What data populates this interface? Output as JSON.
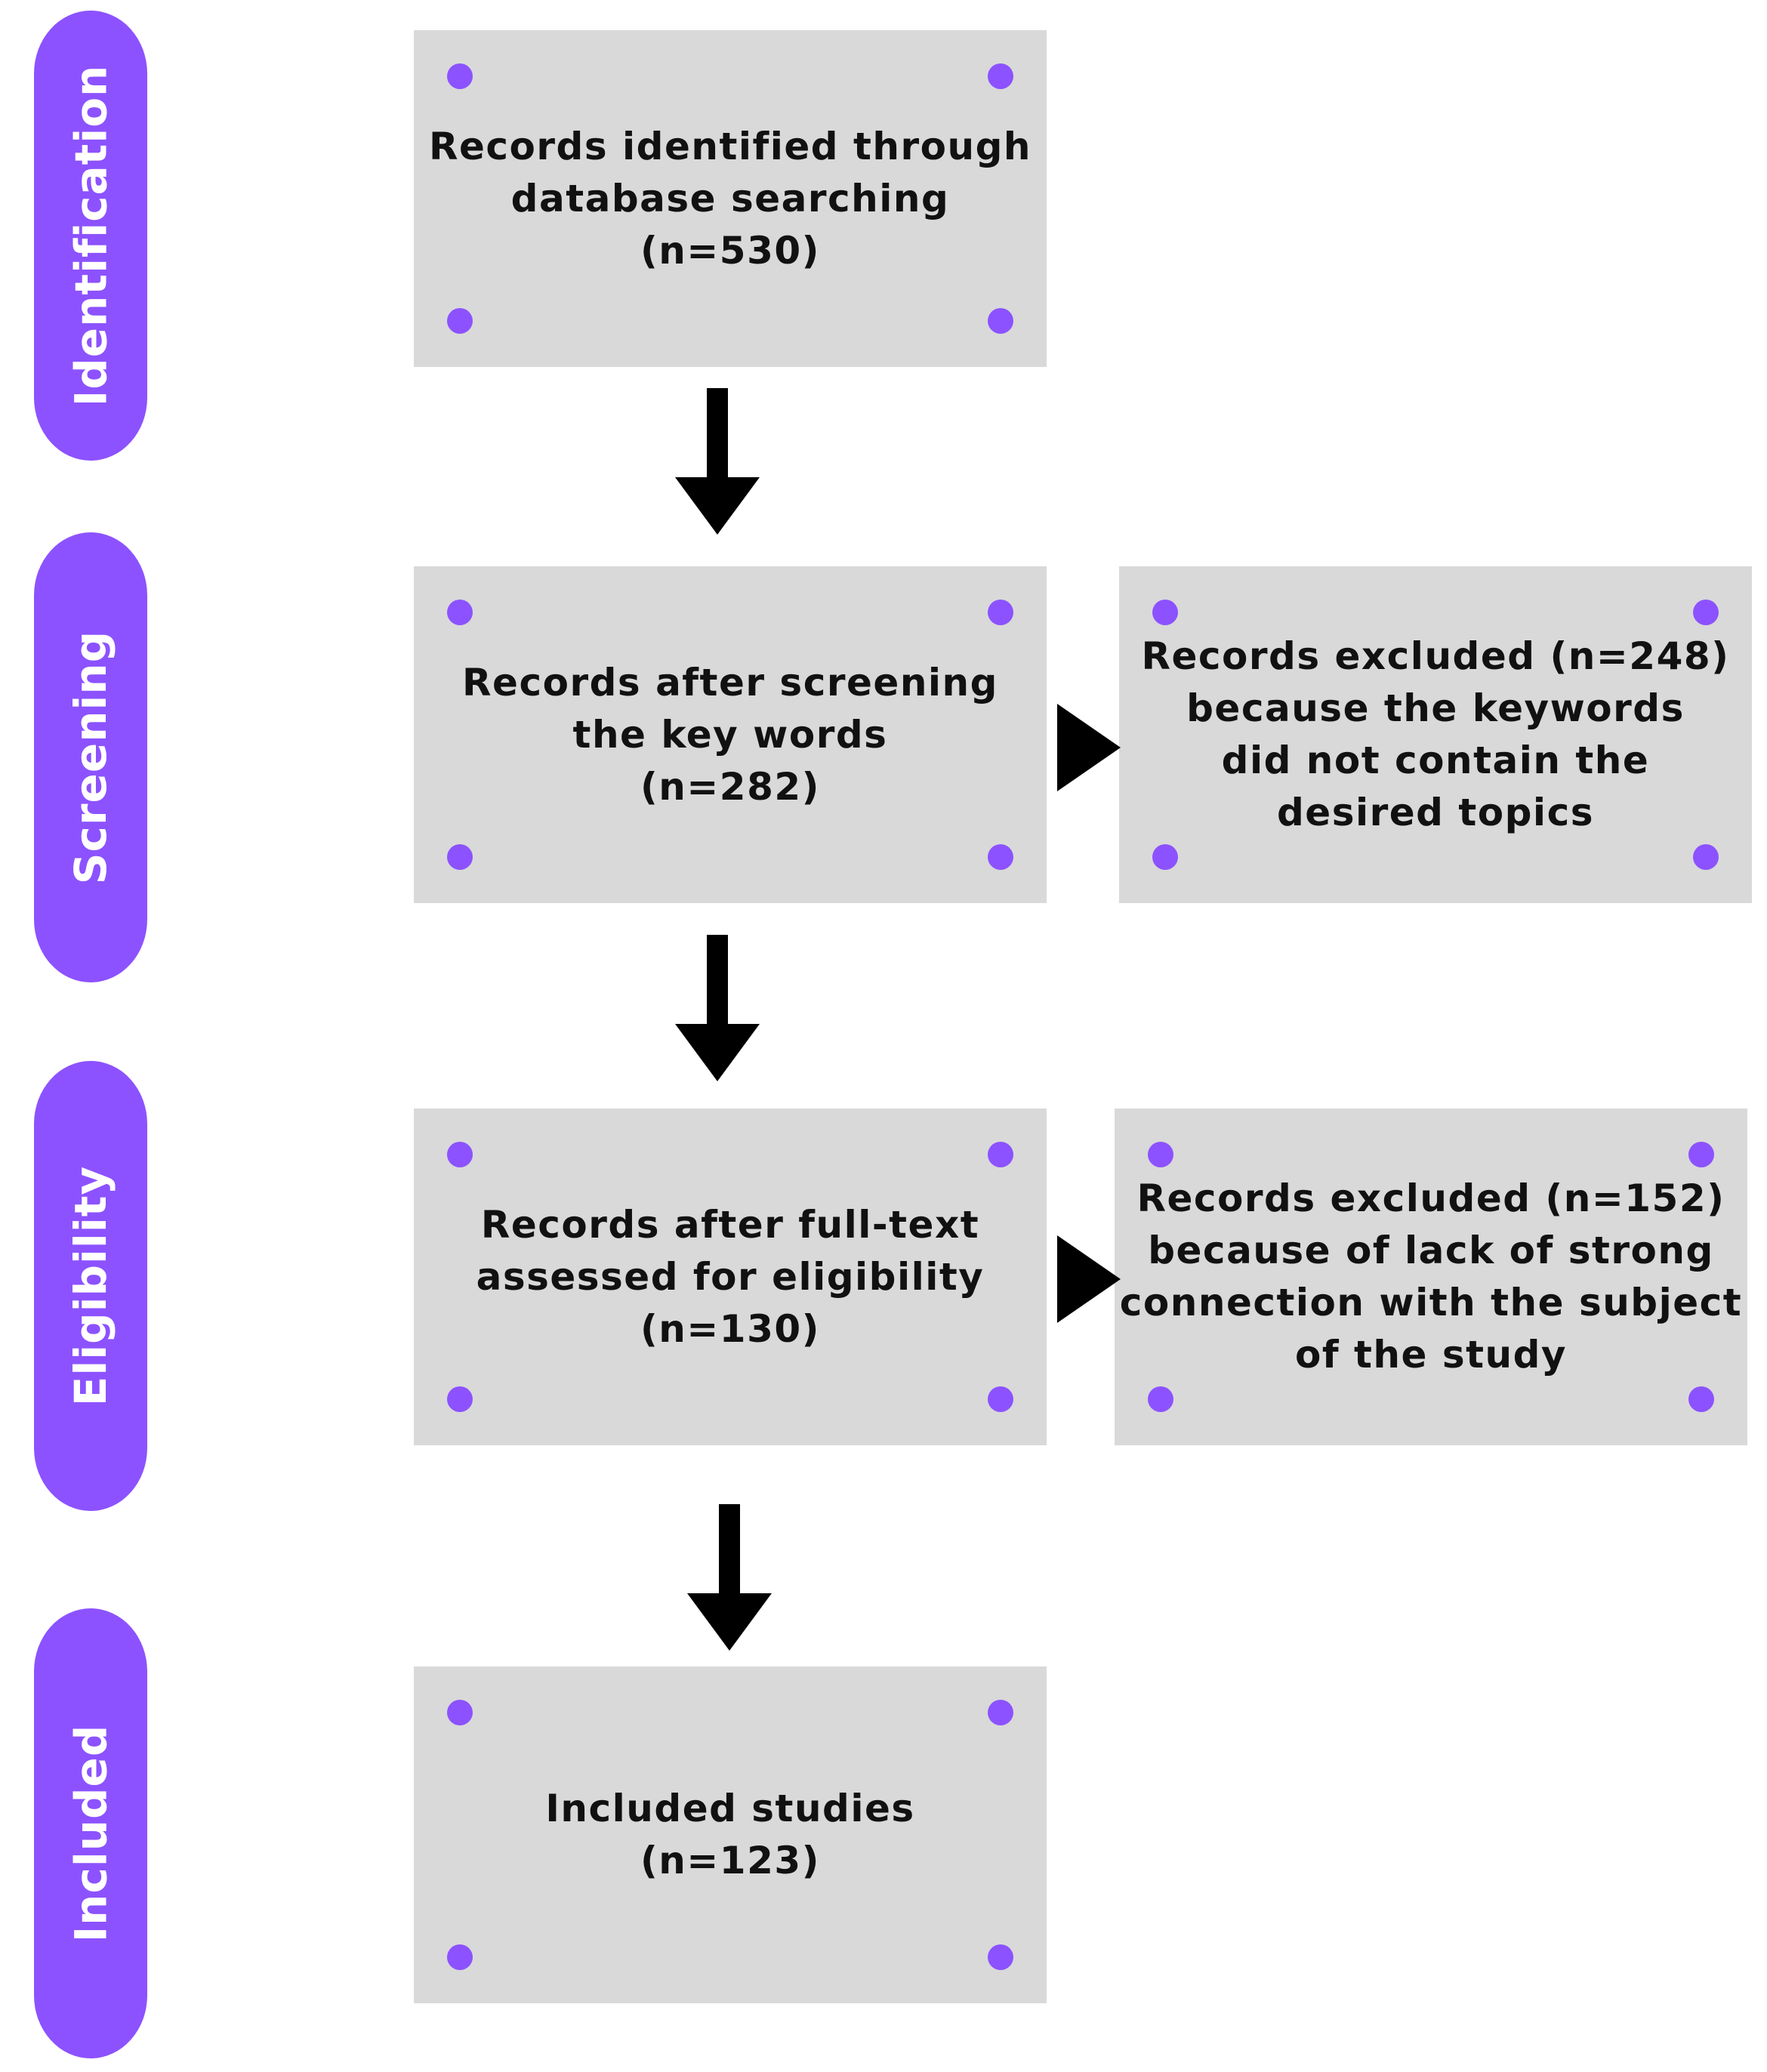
{
  "stages": [
    {
      "label": "Identification"
    },
    {
      "label": "Screening"
    },
    {
      "label": "Eligibility"
    },
    {
      "label": "Included"
    }
  ],
  "boxes": {
    "identified": {
      "text": "Records identified through\ndatabase searching\n(n=530)"
    },
    "screened": {
      "text": "Records after screening\nthe key words\n(n=282)"
    },
    "excluded_screening": {
      "text": "Records excluded (n=248)\nbecause the keywords\ndid not contain the\ndesired topics"
    },
    "eligible": {
      "text": "Records after full-text\nassessed for eligibility\n(n=130)"
    },
    "excluded_eligibility": {
      "text": "Records excluded (n=152)\nbecause of lack of strong\nconnection with the subject\nof the study"
    },
    "included": {
      "text": "Included studies\n(n=123)"
    }
  },
  "colors": {
    "accent": "#8c52ff",
    "box": "#d9d9d9",
    "arrow": "#000000"
  }
}
